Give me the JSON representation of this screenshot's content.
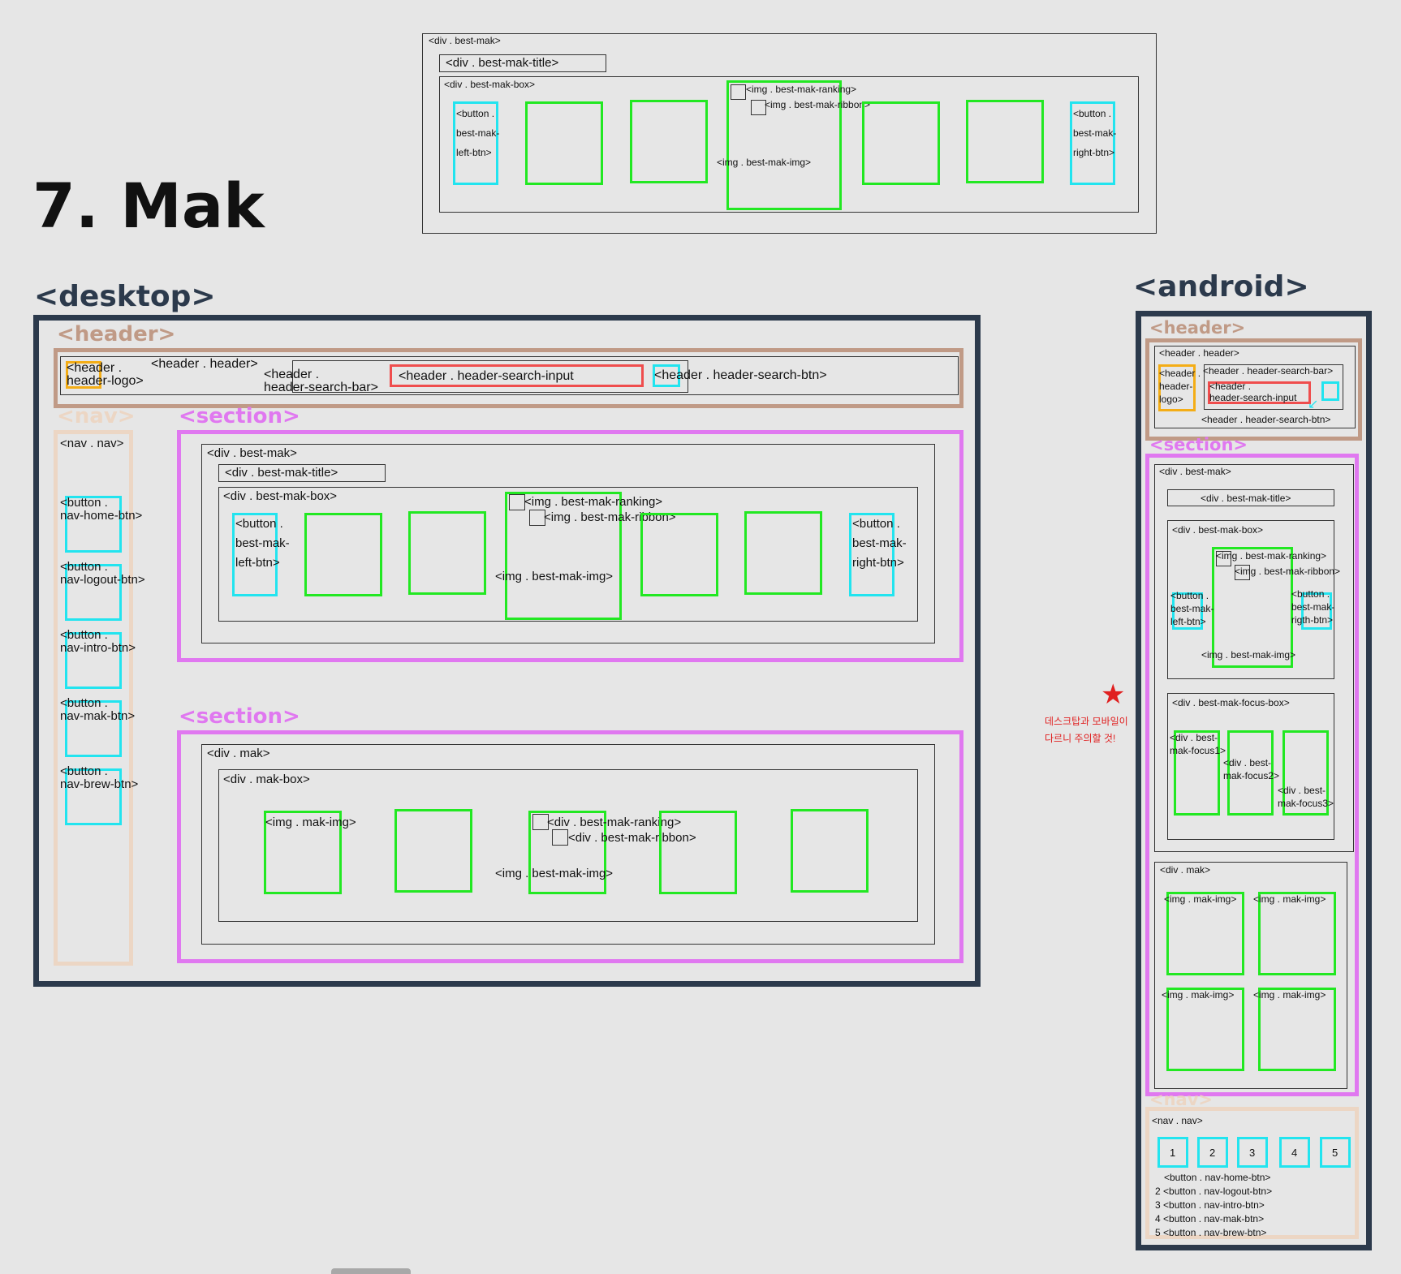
{
  "page_title": "7. Mak",
  "top": {
    "best_mak": "<div . best-mak>",
    "title": "<div . best-mak-title>",
    "box": "<div . best-mak-box>",
    "left_btn": [
      "<button .",
      "best-mak-",
      "left-btn>"
    ],
    "right_btn": [
      "<button .",
      "best-mak-",
      "right-btn>"
    ],
    "ranking": "<img . best-mak-ranking>",
    "ribbon": "<img . best-mak-ribbon>",
    "img": "<img . best-mak-img>"
  },
  "desktop": {
    "label": "<desktop>",
    "header_label": "<header>",
    "header": "<header . header>",
    "logo": [
      "<header .",
      "header-logo>"
    ],
    "search_bar": [
      "<header .",
      "header-search-bar>"
    ],
    "search_input": "<header . header-search-input",
    "search_btn": "<header . header-search-btn>",
    "nav_label": "<nav>",
    "nav": "<nav . nav>",
    "nav_buttons": [
      [
        "<button .",
        "nav-home-btn>"
      ],
      [
        "<button .",
        "nav-logout-btn>"
      ],
      [
        "<button .",
        "nav-intro-btn>"
      ],
      [
        "<button .",
        "nav-mak-btn>"
      ],
      [
        "<button .",
        "nav-brew-btn>"
      ]
    ],
    "section_label": "<section>",
    "best_mak": "<div . best-mak>",
    "title": "<div . best-mak-title>",
    "box": "<div . best-mak-box>",
    "left_btn": [
      "<button .",
      "best-mak-",
      "left-btn>"
    ],
    "right_btn": [
      "<button .",
      "best-mak-",
      "right-btn>"
    ],
    "ranking": "<img . best-mak-ranking>",
    "ribbon": "<img . best-mak-ribbon>",
    "img": "<img . best-mak-img>",
    "section2_label": "<section>",
    "mak": "<div . mak>",
    "mak_box": "<div . mak-box>",
    "mak_img": "<img . mak-img>",
    "mak_ranking": "<div . best-mak-ranking>",
    "mak_ribbon": "<div . best-mak-ribbon>",
    "mak_best_img": "<img . best-mak-img>"
  },
  "note": {
    "star": "★",
    "lines": [
      "데스크탑과 모바일이",
      "다르니 주의할 것!"
    ]
  },
  "android": {
    "label": "<android>",
    "header_label": "<header>",
    "header": "<header . header>",
    "logo": [
      "<header .",
      "header-",
      "logo>"
    ],
    "search_bar": "<header . header-search-bar>",
    "search_input": [
      "<header .",
      "header-search-input"
    ],
    "search_btn": "<header . header-search-btn>",
    "section_label": "<section>",
    "best_mak": "<div . best-mak>",
    "title": "<div . best-mak-title>",
    "box": "<div . best-mak-box>",
    "ranking": "<img . best-mak-ranking>",
    "ribbon": "<img . best-mak-ribbon>",
    "left_btn": [
      "<button .",
      "best-mak-",
      "left-btn>"
    ],
    "right_btn": [
      "<button .",
      "best-mak-",
      "rigth-btn>"
    ],
    "img": "<img . best-mak-img>",
    "focus_box": "<div . best-mak-focus-box>",
    "focus1": [
      "<div . best-",
      "mak-focus1>"
    ],
    "focus2": [
      "<div . best-",
      "mak-focus2>"
    ],
    "focus3": [
      "<div . best-",
      "mak-focus3>"
    ],
    "mak": "<div . mak>",
    "mak_img": "<img . mak-img>",
    "nav_label": "<nav>",
    "nav": "<nav . nav>",
    "nav_nums": [
      "1",
      "2",
      "3",
      "4",
      "5"
    ],
    "nav_legend": [
      "<button . nav-home-btn>",
      "2 <button . nav-logout-btn>",
      "3 <button . nav-intro-btn>",
      "4 <button . nav-mak-btn>",
      "5 <button . nav-brew-btn>"
    ]
  },
  "colors": {
    "background": "#e6e6e6",
    "navy": "#2c3a4c",
    "header_brown": "#c09a86",
    "nav_peach": "#ecd6c4",
    "section_pink": "#e078f0",
    "image_green": "#22e822",
    "button_cyan": "#22e4ef",
    "logo_orange": "#f4ad16",
    "input_red": "#ef4d4d",
    "note_red": "#e02020"
  }
}
